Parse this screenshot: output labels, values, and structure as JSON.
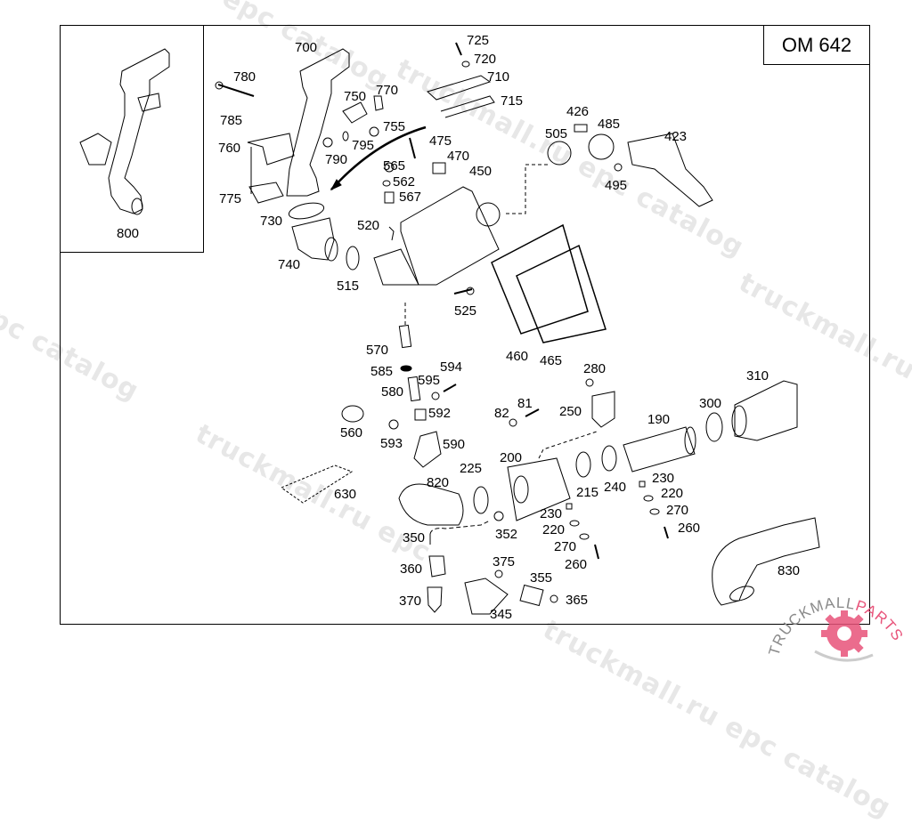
{
  "diagram": {
    "engine_label": "OM 642",
    "inset_part": "800",
    "callouts": [
      {
        "id": "725"
      },
      {
        "id": "720"
      },
      {
        "id": "710"
      },
      {
        "id": "715"
      },
      {
        "id": "700"
      },
      {
        "id": "780"
      },
      {
        "id": "750"
      },
      {
        "id": "770"
      },
      {
        "id": "785"
      },
      {
        "id": "755"
      },
      {
        "id": "760"
      },
      {
        "id": "795"
      },
      {
        "id": "790"
      },
      {
        "id": "775"
      },
      {
        "id": "730"
      },
      {
        "id": "740"
      },
      {
        "id": "515"
      },
      {
        "id": "520"
      },
      {
        "id": "565"
      },
      {
        "id": "562"
      },
      {
        "id": "567"
      },
      {
        "id": "475"
      },
      {
        "id": "470"
      },
      {
        "id": "450"
      },
      {
        "id": "426"
      },
      {
        "id": "485"
      },
      {
        "id": "505"
      },
      {
        "id": "423"
      },
      {
        "id": "495"
      },
      {
        "id": "525"
      },
      {
        "id": "460"
      },
      {
        "id": "465"
      },
      {
        "id": "570"
      },
      {
        "id": "585"
      },
      {
        "id": "594"
      },
      {
        "id": "595"
      },
      {
        "id": "580"
      },
      {
        "id": "592"
      },
      {
        "id": "560"
      },
      {
        "id": "593"
      },
      {
        "id": "590"
      },
      {
        "id": "630"
      },
      {
        "id": "82"
      },
      {
        "id": "81"
      },
      {
        "id": "280"
      },
      {
        "id": "250"
      },
      {
        "id": "310"
      },
      {
        "id": "300"
      },
      {
        "id": "190"
      },
      {
        "id": "200"
      },
      {
        "id": "225"
      },
      {
        "id": "820"
      },
      {
        "id": "215"
      },
      {
        "id": "240"
      },
      {
        "id": "230"
      },
      {
        "id": "220"
      },
      {
        "id": "270"
      },
      {
        "id": "260"
      },
      {
        "id": "230"
      },
      {
        "id": "220"
      },
      {
        "id": "270"
      },
      {
        "id": "260"
      },
      {
        "id": "350"
      },
      {
        "id": "352"
      },
      {
        "id": "360"
      },
      {
        "id": "375"
      },
      {
        "id": "355"
      },
      {
        "id": "370"
      },
      {
        "id": "365"
      },
      {
        "id": "345"
      },
      {
        "id": "830"
      }
    ]
  },
  "watermarks": {
    "text_a": "truckmall.ru epc catalog",
    "text_b": "epc catalog",
    "text_c": "truckmall.ru epc"
  },
  "logo": {
    "text_dark": "TRUCKMALL",
    "text_accent": "PARTS",
    "accent_color": "#e8537a",
    "dark_color": "#8a8a8a"
  }
}
